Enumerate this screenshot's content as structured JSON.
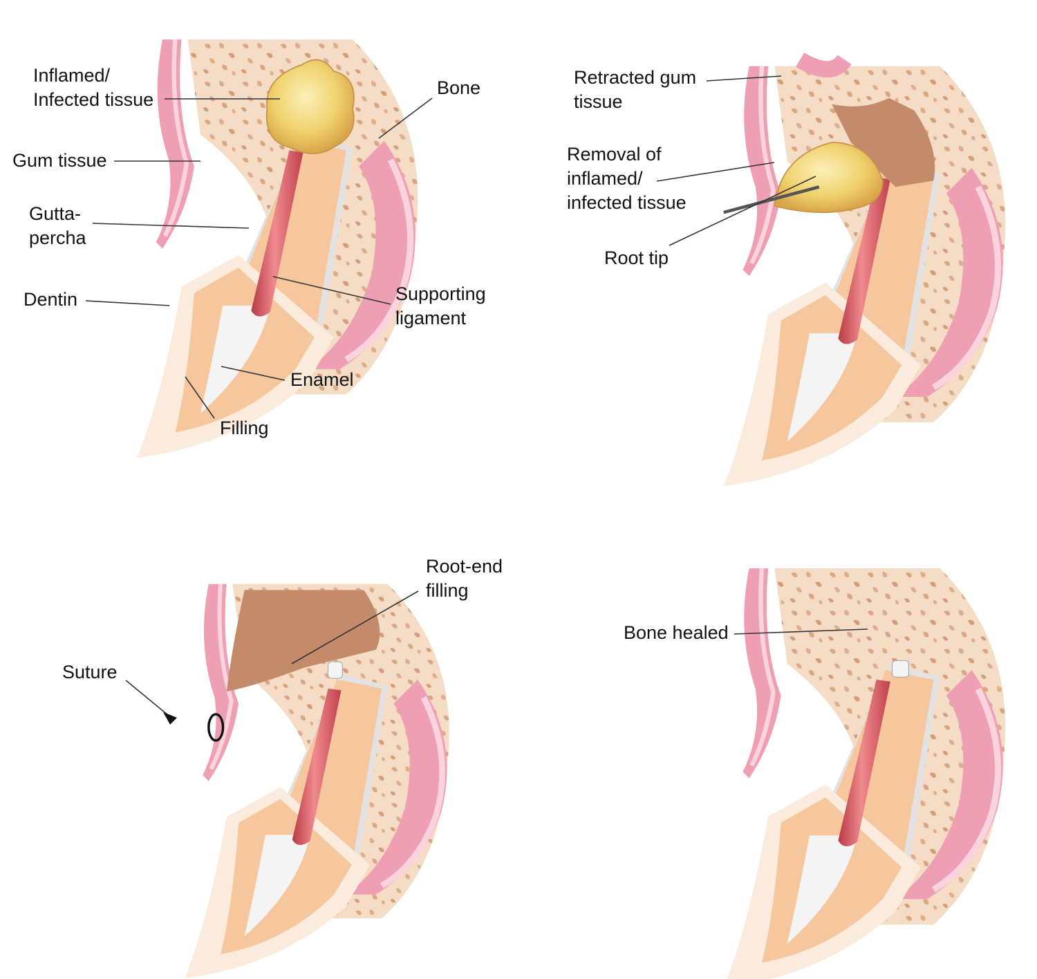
{
  "colors": {
    "bone": "#f5dcc4",
    "bone_pores": "#d7a783",
    "gum": "#ef9fb3",
    "gum_edge": "#d9758f",
    "dentin": "#f6c79c",
    "enamel": "#faebdc",
    "filling": "#f4f4f4",
    "gutta_percha": "#d9545c",
    "infected": "#f2d77a",
    "cavity": "#c48b6a",
    "ligament": "#cfcfcf"
  },
  "panel1": {
    "labels": {
      "inflamed_line1": "Inflamed/",
      "inflamed_line2": "Infected tissue",
      "bone": "Bone",
      "gum": "Gum tissue",
      "gutta_line1": "Gutta-",
      "gutta_line2": "percha",
      "dentin": "Dentin",
      "supporting_line1": "Supporting",
      "supporting_line2": "ligament",
      "enamel": "Enamel",
      "filling": "Filling"
    }
  },
  "panel2": {
    "labels": {
      "retracted_line1": "Retracted gum",
      "retracted_line2": "tissue",
      "removal_line1": "Removal of",
      "removal_line2": "inflamed/",
      "removal_line3": "infected tissue",
      "root_tip": "Root tip"
    }
  },
  "panel3": {
    "labels": {
      "root_end_line1": "Root-end",
      "root_end_line2": "filling",
      "suture": "Suture"
    }
  },
  "panel4": {
    "labels": {
      "bone_healed": "Bone healed"
    }
  }
}
